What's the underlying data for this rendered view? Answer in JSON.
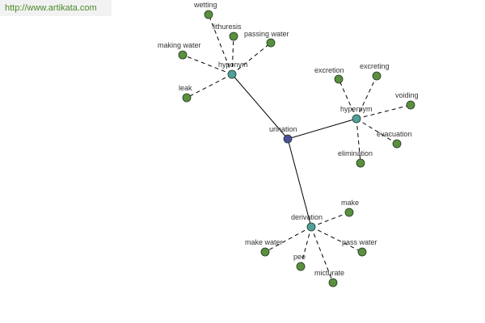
{
  "site_url": "http://www.artikata.com",
  "colors": {
    "root_fill": "#4b4f9c",
    "hub_fill": "#4f9f9c",
    "leaf_fill": "#5a8f3e",
    "node_stroke": "#1f3a1f",
    "line": "#000000"
  },
  "graph": {
    "root": {
      "id": "urination",
      "label": "urination"
    },
    "hubs": [
      {
        "id": "hyponym",
        "label": "hyponym",
        "leaves": [
          "wetting",
          "lithuresis",
          "passing water",
          "making water",
          "leak"
        ]
      },
      {
        "id": "hypernym",
        "label": "hypernym",
        "leaves": [
          "excretion",
          "excreting",
          "voiding",
          "evacuation",
          "elimination"
        ]
      },
      {
        "id": "derivation",
        "label": "derivation",
        "leaves": [
          "make",
          "make water",
          "pass water",
          "pee",
          "micturate"
        ]
      }
    ]
  }
}
